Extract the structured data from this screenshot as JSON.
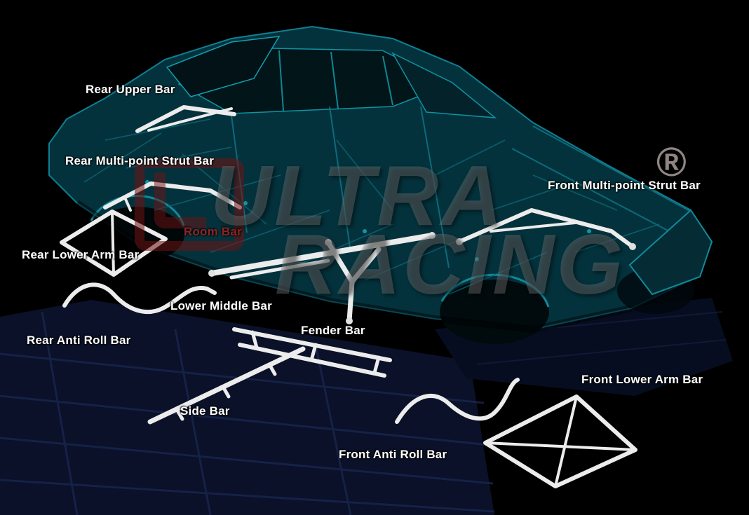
{
  "watermark": {
    "line1": "ULTRA",
    "line2": "RACING",
    "registered_mark": "®",
    "text_color": "#7d7d7d",
    "logo_color": "#701212",
    "registered_color": "#8f8582"
  },
  "labels": [
    {
      "id": "rear-upper-bar",
      "text": "Rear Upper Bar",
      "color": "#ffffff"
    },
    {
      "id": "rear-multi-point-strut-bar",
      "text": "Rear Multi-point Strut Bar",
      "color": "#ffffff"
    },
    {
      "id": "front-multi-point-strut-bar",
      "text": "Front Multi-point Strut Bar",
      "color": "#ffffff"
    },
    {
      "id": "room-bar",
      "text": "Room Bar",
      "color": "#8b2525"
    },
    {
      "id": "rear-lower-arm-bar",
      "text": "Rear Lower Arm Bar",
      "color": "#ffffff"
    },
    {
      "id": "lower-middle-bar",
      "text": "Lower Middle Bar",
      "color": "#ffffff"
    },
    {
      "id": "fender-bar",
      "text": "Fender Bar",
      "color": "#ffffff"
    },
    {
      "id": "rear-anti-roll-bar",
      "text": "Rear Anti Roll Bar",
      "color": "#ffffff"
    },
    {
      "id": "front-lower-arm-bar",
      "text": "Front Lower Arm Bar",
      "color": "#ffffff"
    },
    {
      "id": "side-bar",
      "text": "Side Bar",
      "color": "#ffffff"
    },
    {
      "id": "front-anti-roll-bar",
      "text": "Front Anti Roll Bar",
      "color": "#ffffff"
    }
  ],
  "colors": {
    "background": "#000000",
    "chassis_teal": "#0f8a9a",
    "chassis_dark": "#04323c",
    "bar_white": "#ececec",
    "platform_navy": "#0a1128",
    "room_bar_label_red": "#8b2525"
  }
}
